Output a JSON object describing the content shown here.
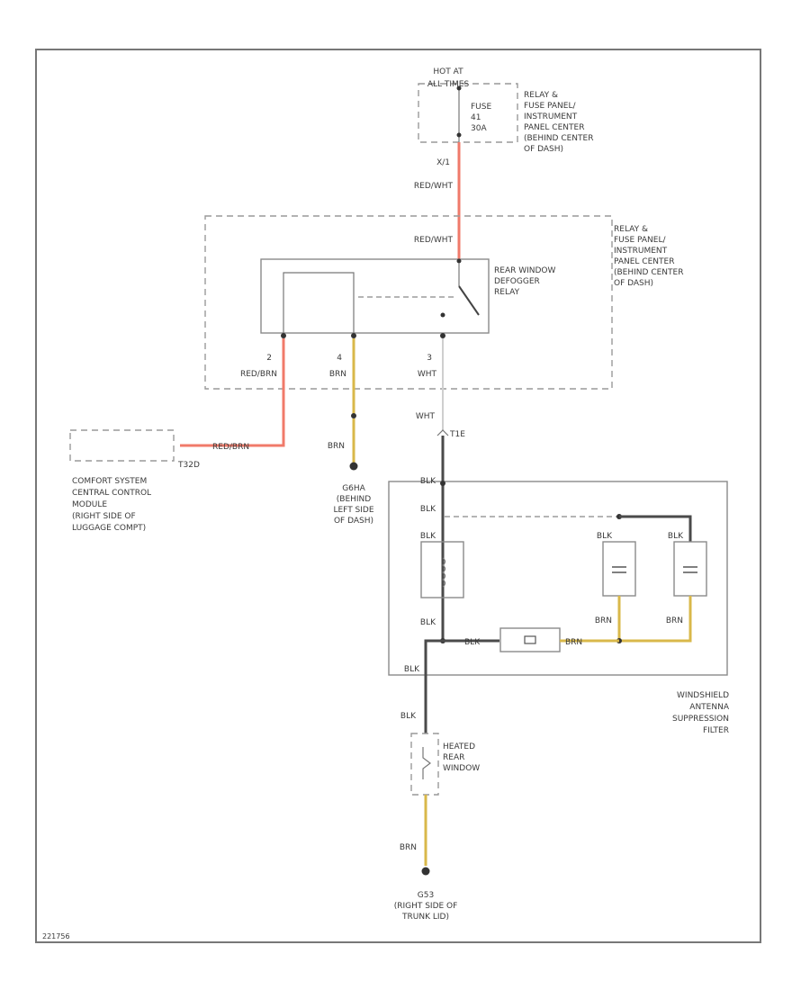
{
  "power": {
    "label_line1": "HOT AT",
    "label_line2": "ALL TIMES",
    "fuse_line1": "FUSE",
    "fuse_line2": "41",
    "fuse_line3": "30A",
    "pin": "X/1"
  },
  "relay_panel_top": {
    "lines": [
      "RELAY &",
      "FUSE PANEL/",
      "INSTRUMENT",
      "PANEL CENTER",
      "(BEHIND CENTER",
      "OF DASH)"
    ]
  },
  "relay_panel_mid": {
    "lines": [
      "RELAY &",
      "FUSE PANEL/",
      "INSTRUMENT",
      "PANEL CENTER",
      "(BEHIND CENTER",
      "OF DASH)"
    ]
  },
  "relay": {
    "lines": [
      "REAR WINDOW",
      "DEFOGGER",
      "RELAY"
    ],
    "pin_left": "2",
    "pin_mid": "4",
    "pin_right": "3"
  },
  "wires": {
    "red_wht_1": "RED/WHT",
    "red_wht_2": "RED/WHT",
    "red_brn": "RED/BRN",
    "red_brn_2": "RED/BRN",
    "brn": "BRN",
    "brn_2": "BRN",
    "wht": "WHT",
    "wht_2": "WHT",
    "blk_1": "BLK",
    "blk_2": "BLK",
    "blk_3": "BLK",
    "blk_4": "BLK",
    "blk_5": "BLK",
    "blk_6": "BLK",
    "blk_7": "BLK",
    "brn_3": "BRN",
    "brn_4": "BRN",
    "brn_5": "BRN",
    "brn_6": "BRN",
    "pin_t32d": "T32D",
    "pin_t1e": "T1E"
  },
  "comfort_module": {
    "lines": [
      "COMFORT SYSTEM",
      "CENTRAL CONTROL",
      "MODULE",
      "(RIGHT SIDE OF",
      "LUGGAGE COMPT)"
    ]
  },
  "ground_dash": {
    "lines": [
      "G6HA",
      "(BEHIND",
      "LEFT SIDE",
      "OF DASH)"
    ]
  },
  "filter": {
    "lines": [
      "WINDSHIELD",
      "ANTENNA",
      "SUPPRESSION",
      "FILTER"
    ]
  },
  "heated_window": {
    "lines": [
      "HEATED",
      "REAR",
      "WINDOW"
    ]
  },
  "ground_trunk": {
    "lines": [
      "G53",
      "(RIGHT SIDE OF",
      "TRUNK LID)"
    ]
  },
  "diagram_id": "221756"
}
